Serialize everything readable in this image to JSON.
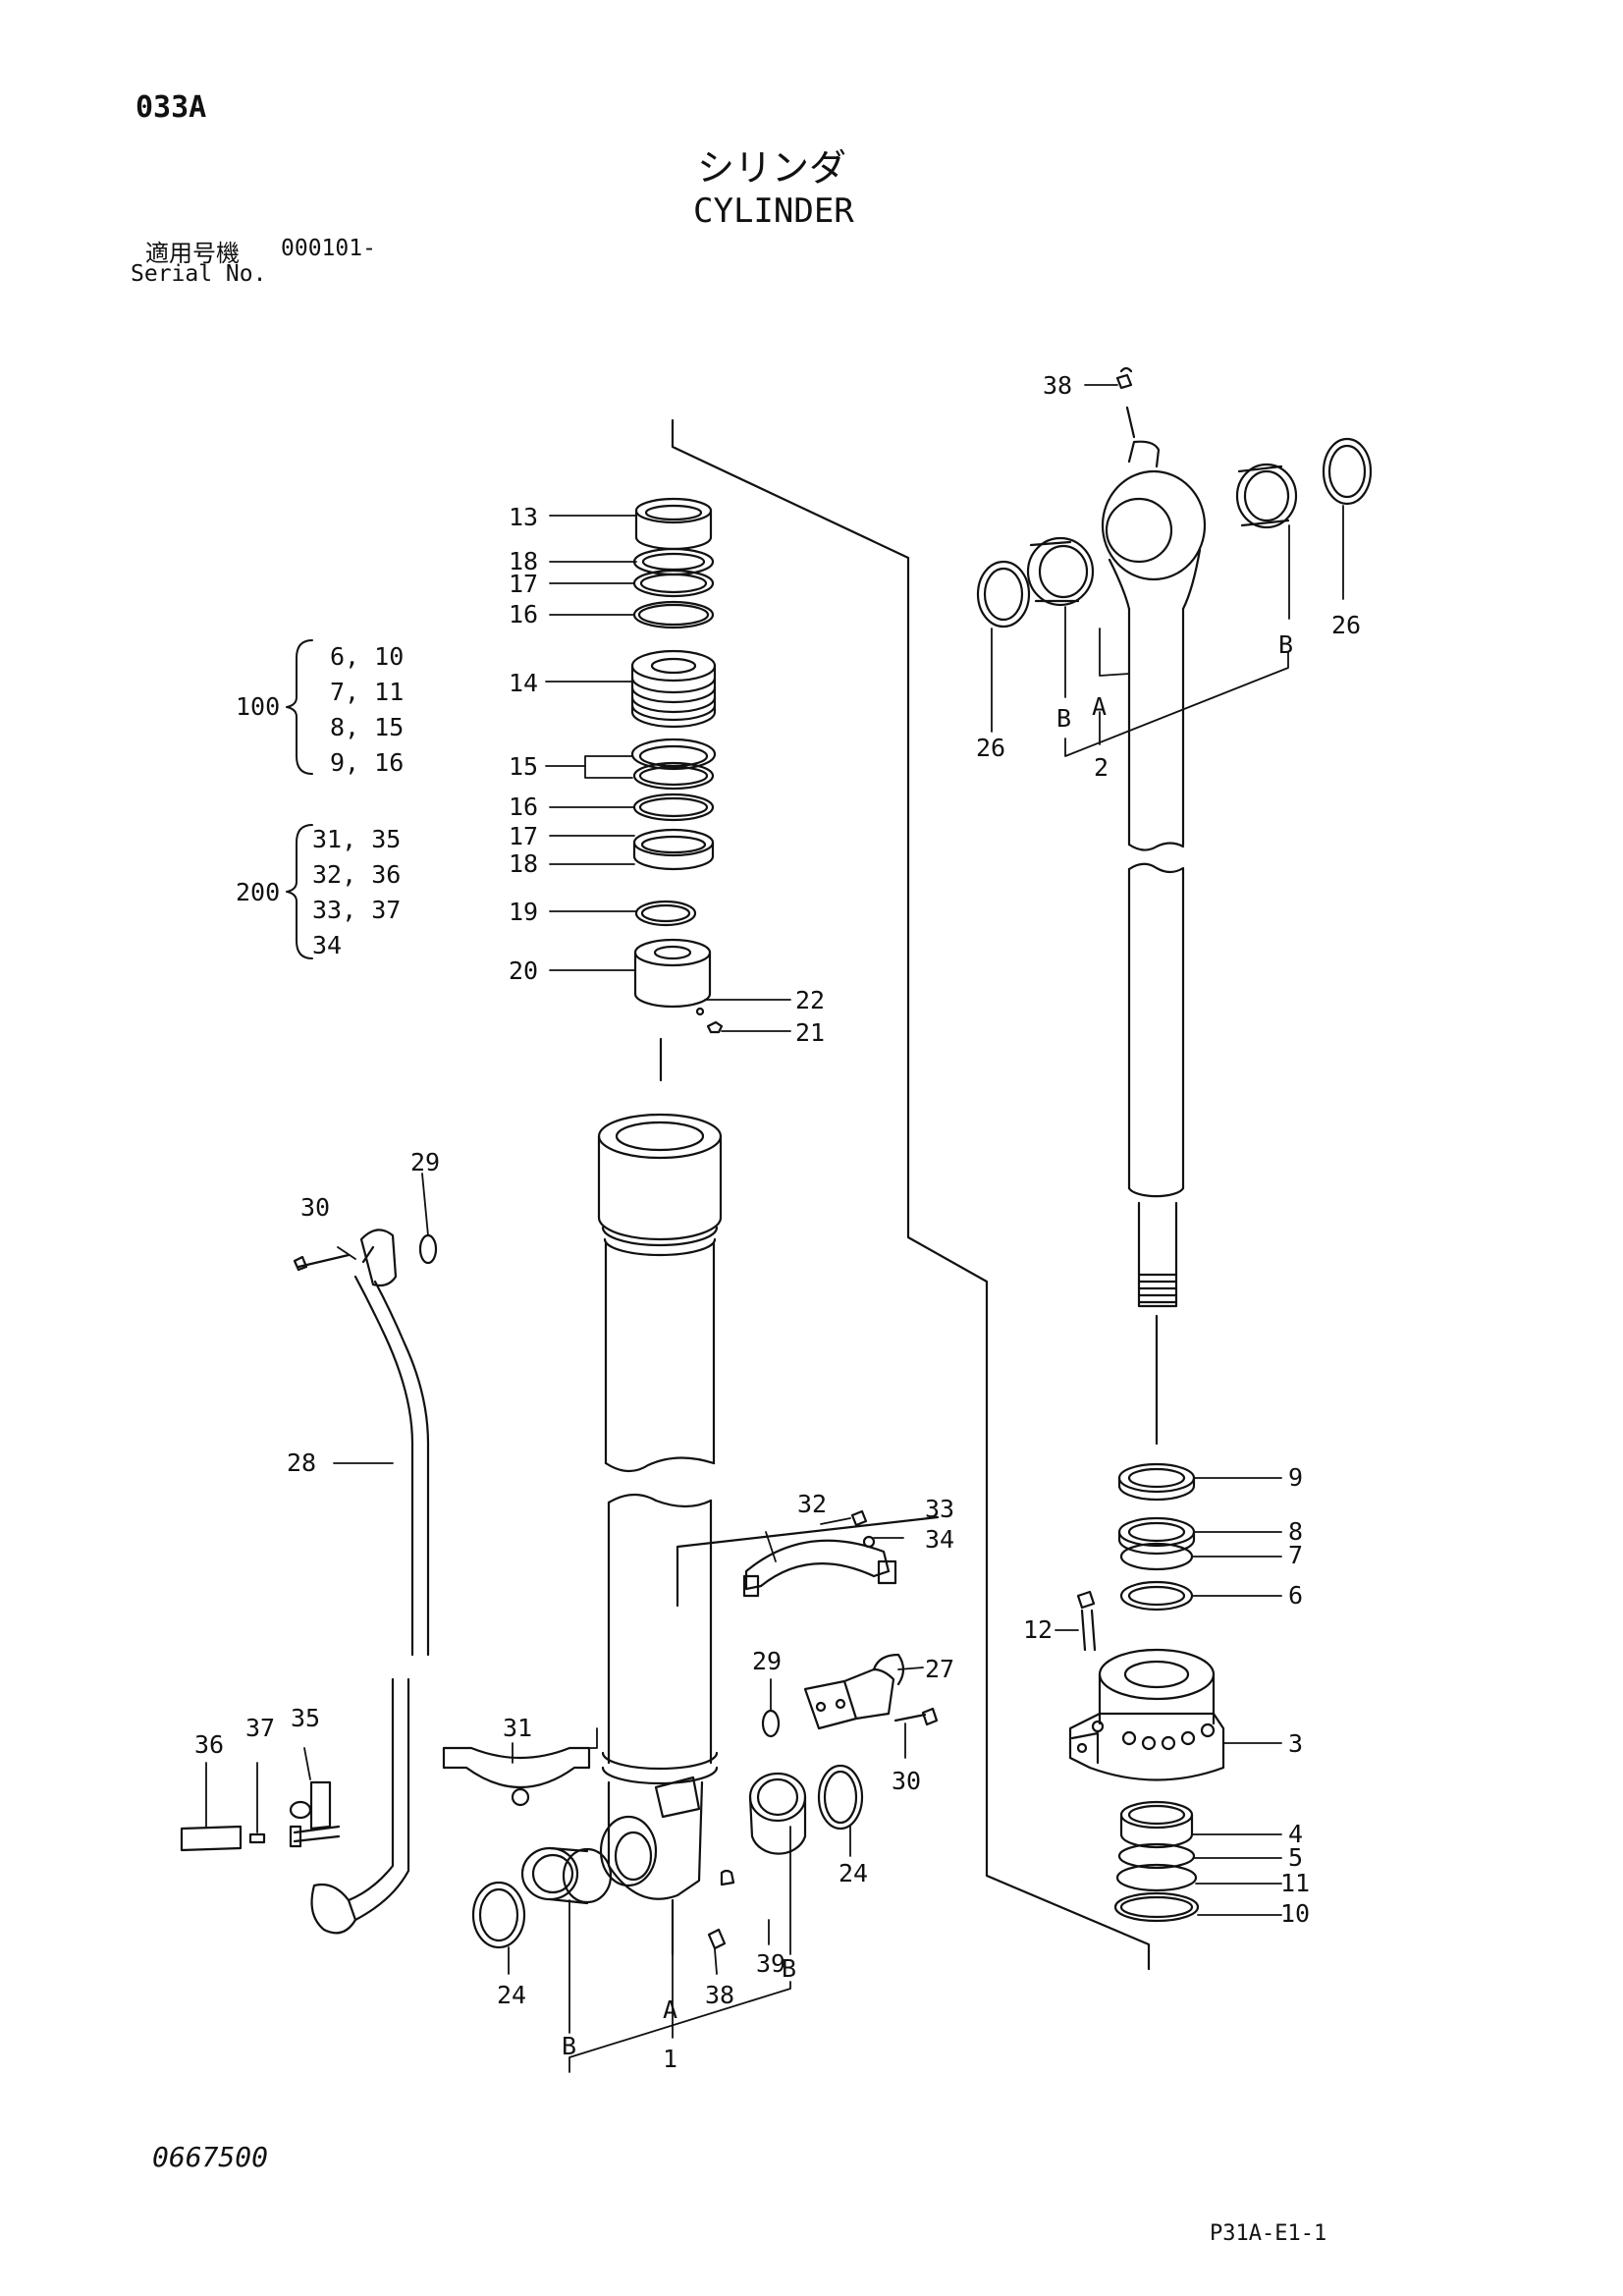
{
  "header": {
    "page_code": "033A",
    "title_jp": "シリンダ",
    "title_en": "CYLINDER",
    "serial_label_jp": "適用号機",
    "serial_value": "000101-",
    "serial_label_en": "Serial No."
  },
  "footer": {
    "drawing_number": "0667500",
    "sheet_ref": "P31A-E1-1"
  },
  "kits": [
    {
      "kit": "100",
      "items": [
        "6, 10",
        "7, 11",
        "8, 15",
        "9, 16"
      ]
    },
    {
      "kit": "200",
      "items": [
        "31, 35",
        "32, 36",
        "33, 37",
        "34"
      ]
    }
  ],
  "callouts": [
    {
      "id": "13",
      "label": "13"
    },
    {
      "id": "18a",
      "label": "18"
    },
    {
      "id": "17a",
      "label": "17"
    },
    {
      "id": "16a",
      "label": "16"
    },
    {
      "id": "14",
      "label": "14"
    },
    {
      "id": "15",
      "label": "15"
    },
    {
      "id": "16b",
      "label": "16"
    },
    {
      "id": "17b",
      "label": "17"
    },
    {
      "id": "18b",
      "label": "18"
    },
    {
      "id": "19",
      "label": "19"
    },
    {
      "id": "20",
      "label": "20"
    },
    {
      "id": "22",
      "label": "22"
    },
    {
      "id": "21",
      "label": "21"
    },
    {
      "id": "38a",
      "label": "38"
    },
    {
      "id": "26a",
      "label": "26"
    },
    {
      "id": "26b",
      "label": "26"
    },
    {
      "id": "Ba",
      "label": "B"
    },
    {
      "id": "Bb",
      "label": "B"
    },
    {
      "id": "Aa",
      "label": "A"
    },
    {
      "id": "2",
      "label": "2"
    },
    {
      "id": "29a",
      "label": "29"
    },
    {
      "id": "30a",
      "label": "30"
    },
    {
      "id": "28",
      "label": "28"
    },
    {
      "id": "32",
      "label": "32"
    },
    {
      "id": "33",
      "label": "33"
    },
    {
      "id": "34",
      "label": "34"
    },
    {
      "id": "29b",
      "label": "29"
    },
    {
      "id": "27",
      "label": "27"
    },
    {
      "id": "30b",
      "label": "30"
    },
    {
      "id": "31",
      "label": "31"
    },
    {
      "id": "36",
      "label": "36"
    },
    {
      "id": "37",
      "label": "37"
    },
    {
      "id": "35",
      "label": "35"
    },
    {
      "id": "24a",
      "label": "24"
    },
    {
      "id": "24b",
      "label": "24"
    },
    {
      "id": "39",
      "label": "39"
    },
    {
      "id": "38b",
      "label": "38"
    },
    {
      "id": "Bc",
      "label": "B"
    },
    {
      "id": "Bd",
      "label": "B"
    },
    {
      "id": "Ab",
      "label": "A"
    },
    {
      "id": "1",
      "label": "1"
    },
    {
      "id": "9",
      "label": "9"
    },
    {
      "id": "8",
      "label": "8"
    },
    {
      "id": "7",
      "label": "7"
    },
    {
      "id": "6",
      "label": "6"
    },
    {
      "id": "12",
      "label": "12"
    },
    {
      "id": "3",
      "label": "3"
    },
    {
      "id": "4",
      "label": "4"
    },
    {
      "id": "5",
      "label": "5"
    },
    {
      "id": "11",
      "label": "11"
    },
    {
      "id": "10",
      "label": "10"
    }
  ]
}
